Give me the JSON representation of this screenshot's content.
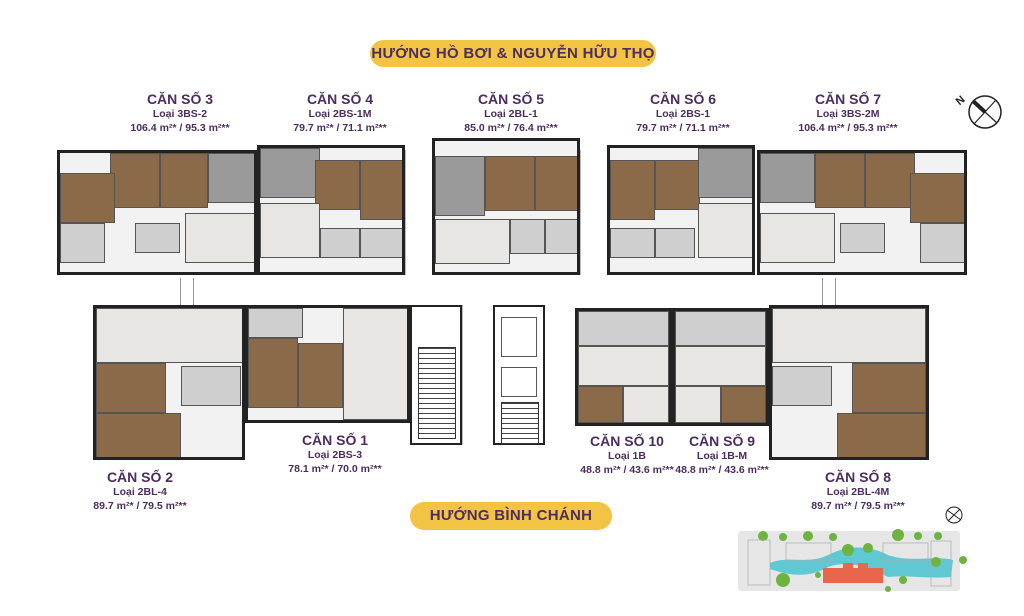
{
  "top_direction": "HƯỚNG HỒ BƠI & NGUYỄN HỮU THỌ",
  "bottom_direction": "HƯỚNG BÌNH CHÁNH",
  "compass_label": "N",
  "units": {
    "u3": {
      "title": "CĂN SỐ 3",
      "type": "Loại 3BS-2",
      "area": "106.4 m²* / 95.3 m²**"
    },
    "u4": {
      "title": "CĂN SỐ 4",
      "type": "Loại 2BS-1M",
      "area": "79.7 m²* / 71.1 m²**"
    },
    "u5": {
      "title": "CĂN SỐ 5",
      "type": "Loại 2BL-1",
      "area": "85.0 m²* / 76.4 m²**"
    },
    "u6": {
      "title": "CĂN SỐ 6",
      "type": "Loại 2BS-1",
      "area": "79.7 m²* / 71.1 m²**"
    },
    "u7": {
      "title": "CĂN SỐ 7",
      "type": "Loại 3BS-2M",
      "area": "106.4 m²* / 95.3 m²**"
    },
    "u2": {
      "title": "CĂN SỐ 2",
      "type": "Loại 2BL-4",
      "area": "89.7 m²* / 79.5 m²**"
    },
    "u1": {
      "title": "CĂN SỐ 1",
      "type": "Loại 2BS-3",
      "area": "78.1 m²* / 70.0 m²**"
    },
    "u10": {
      "title": "CĂN SỐ 10",
      "type": "Loại 1B",
      "area": "48.8 m²* / 43.6 m²**"
    },
    "u9": {
      "title": "CĂN SỐ 9",
      "type": "Loại 1B-M",
      "area": "48.8 m²* / 43.6 m²**"
    },
    "u8": {
      "title": "CĂN SỐ 8",
      "type": "Loại 2BL-4M",
      "area": "89.7 m²* / 79.5 m²**"
    }
  },
  "colors": {
    "accent": "#f3c443",
    "text": "#4b2d5e",
    "wood": "#8b6a4a",
    "water": "#5fc8d2",
    "highlight": "#e8664a",
    "tree": "#6cb33f"
  }
}
